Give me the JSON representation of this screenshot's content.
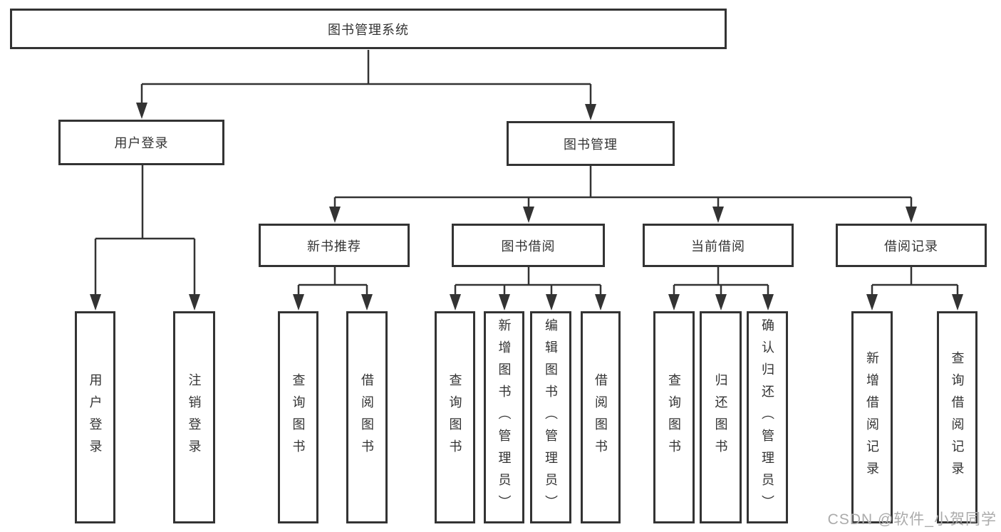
{
  "diagram": {
    "title": "图书管理系统",
    "level2": [
      "用户登录",
      "图书管理"
    ],
    "level3": [
      "新书推荐",
      "图书借阅",
      "当前借阅",
      "借阅记录"
    ],
    "leaves": {
      "user_login": [
        "用户登录",
        "注销登录"
      ],
      "new_book_recommend": [
        "查询图书",
        "借阅图书"
      ],
      "book_borrow": [
        "查询图书",
        "新增图书（管理员）",
        "编辑图书（管理员）",
        "借阅图书"
      ],
      "current_borrow": [
        "查询图书",
        "归还图书",
        "确认归还（管理员）"
      ],
      "borrow_records": [
        "新增借阅记录",
        "查询借阅记录"
      ]
    }
  },
  "watermark": "CSDN @软件_小贺同学",
  "colors": {
    "line": "#333333",
    "box_border": "#333333",
    "text": "#333333",
    "watermark": "#ababab",
    "background": "#ffffff"
  }
}
